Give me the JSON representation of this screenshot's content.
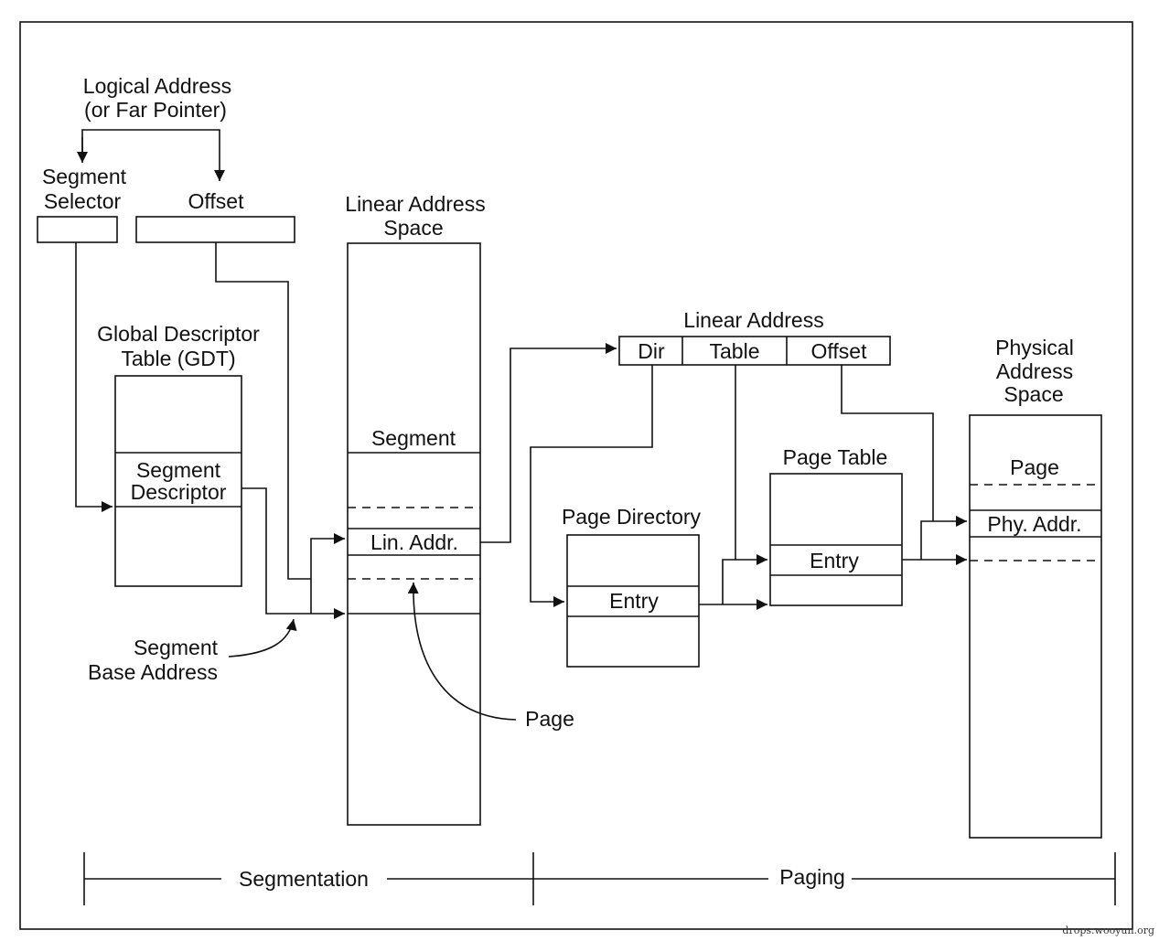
{
  "logical_address": {
    "line1": "Logical Address",
    "line2": "(or Far Pointer)"
  },
  "segment_selector": {
    "line1": "Segment",
    "line2": "Selector"
  },
  "offset_label": "Offset",
  "gdt": {
    "line1": "Global Descriptor",
    "line2": "Table (GDT)",
    "entry_line1": "Segment",
    "entry_line2": "Descriptor"
  },
  "segment_base": {
    "line1": "Segment",
    "line2": "Base Address"
  },
  "linear_space": {
    "line1": "Linear Address",
    "line2": "Space",
    "segment": "Segment",
    "lin_addr": "Lin. Addr.",
    "page": "Page"
  },
  "linear_address": {
    "title": "Linear Address",
    "dir": "Dir",
    "table": "Table",
    "offset": "Offset"
  },
  "page_directory": {
    "title": "Page Directory",
    "entry": "Entry"
  },
  "page_table": {
    "title": "Page Table",
    "entry": "Entry"
  },
  "physical_space": {
    "line1": "Physical",
    "line2": "Address",
    "line3": "Space",
    "page": "Page",
    "phy_addr": "Phy. Addr."
  },
  "footer": {
    "segmentation": "Segmentation",
    "paging": "Paging"
  },
  "watermark": "drops.wooyun.org",
  "colors": {
    "ink": "#111111",
    "background": "#ffffff"
  }
}
